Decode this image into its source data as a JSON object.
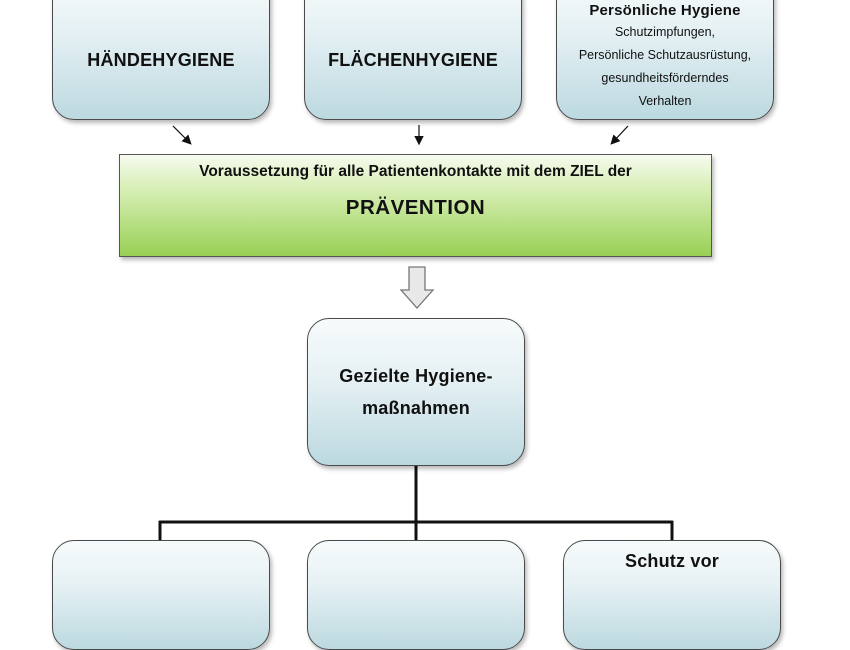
{
  "top_boxes": {
    "haende": {
      "title": "HÄNDEHYGIENE"
    },
    "flaeche": {
      "title": "FLÄCHENHYGIENE"
    },
    "persoenlich": {
      "title": "Persönliche Hygiene",
      "lines": [
        "Schutzimpfungen,",
        "Persönliche Schutzausrüstung,",
        "gesundheitsförderndes",
        "Verhalten"
      ]
    }
  },
  "banner": {
    "line1": "Voraussetzung für alle Patientenkontakte mit dem ZIEL der",
    "line2": "PRÄVENTION"
  },
  "middle_box": {
    "line1": "Gezielte Hygiene-",
    "line2": "maßnahmen"
  },
  "bottom_boxes": {
    "b1": {
      "title": ""
    },
    "b2": {
      "title": ""
    },
    "b3": {
      "title": "Schutz vor"
    }
  },
  "colors": {
    "box_fill_bottom": "#bcd9e0",
    "banner_fill_bottom": "#98d055",
    "lines": "#111111"
  }
}
